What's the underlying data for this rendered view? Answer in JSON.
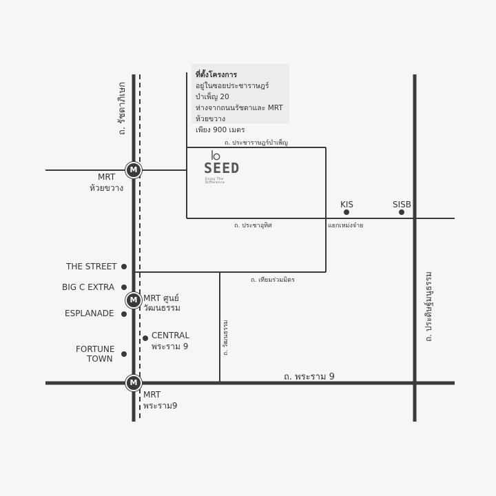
{
  "info": {
    "title": "ที่ตั้งโครงการ",
    "line1": "อยู่ในซอยประชาราษฎร์บำเพ็ญ 20",
    "line2": "ห่างจากถนนรัชดาและ MRT ห้วยขวาง",
    "line3": "เพียง 900 เมตร"
  },
  "project": {
    "logo_text": "SEED",
    "logo_tagline": "Enjoy The Difference"
  },
  "roads": {
    "ratchada": "ถ. รัชดาภิเษก",
    "pracharat_bamphen": "ถ. ประชาราษฎร์บำเพ็ญ",
    "pracha_uthit": "ถ. ประชาอุทิศ",
    "thiam_ruammit": "ถ. เทียมร่วมมิตร",
    "watthanatham": "ถ. วัฒนธรรม",
    "rama9": "ถ. พระราม 9",
    "pradit_manutham": "ถ. ประดิษฐ์มนูธรรม"
  },
  "stations": {
    "huai_khwang": {
      "line1": "MRT",
      "line2": "ห้วยขวาง",
      "icon": "M"
    },
    "cultural_centre": {
      "line1": "MRT ศูนย์",
      "line2": "วัฒนธรรม",
      "icon": "M"
    },
    "rama9": {
      "line1": "MRT",
      "line2": "พระราม9",
      "icon": "M"
    }
  },
  "landmarks": {
    "the_street": "THE STREET",
    "big_c": "BIG C EXTRA",
    "esplanade": "ESPLANADE",
    "fortune_line1": "FORTUNE",
    "fortune_line2": "TOWN",
    "central_line1": "CENTRAL",
    "central_line2": "พระราม 9",
    "kis": "KIS",
    "sisb": "SISB",
    "intersection": "แยกเหม่งจ๋าย"
  },
  "colors": {
    "road": "#3a3a3a",
    "background": "#f6f6f6",
    "info_box": "#ececec"
  }
}
